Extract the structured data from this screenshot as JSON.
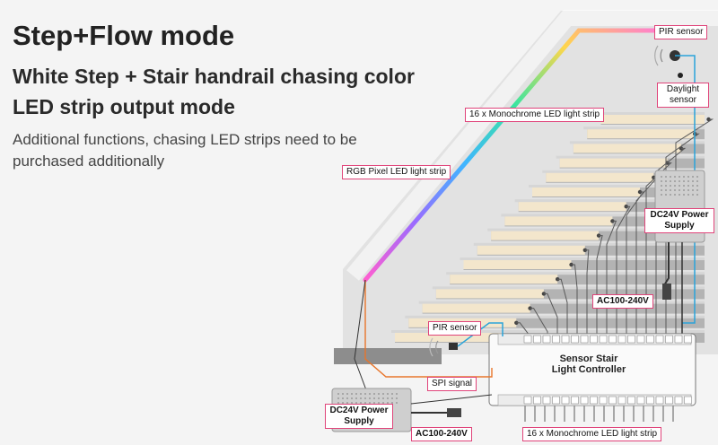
{
  "header": {
    "title": "Step+Flow mode",
    "subtitle": "White Step + Stair handrail chasing color LED strip output mode",
    "description": "Additional functions, chasing LED strips need to be purchased additionally"
  },
  "labels": {
    "pir_top": "PIR sensor",
    "daylight": "Daylight sensor",
    "mono_top": "16 x Monochrome LED light strip",
    "rgb": "RGB Pixel LED light strip",
    "psu_right": "DC24V Power Supply",
    "ac_right": "AC100-240V",
    "pir_bottom": "PIR sensor",
    "spi": "SPI signal",
    "psu_left": "DC24V Power Supply",
    "ac_left": "AC100-240V",
    "mono_bottom": "16 x Monochrome LED light strip",
    "controller": "Sensor Stair Light Controller"
  },
  "colors": {
    "label_border": "#e0447a",
    "stair": "#bfbfbf",
    "step_led": "#f3e6cc",
    "wire": "#555555",
    "spi_wire": "#e8762c",
    "sensor_wire": "#2aa3d9"
  }
}
